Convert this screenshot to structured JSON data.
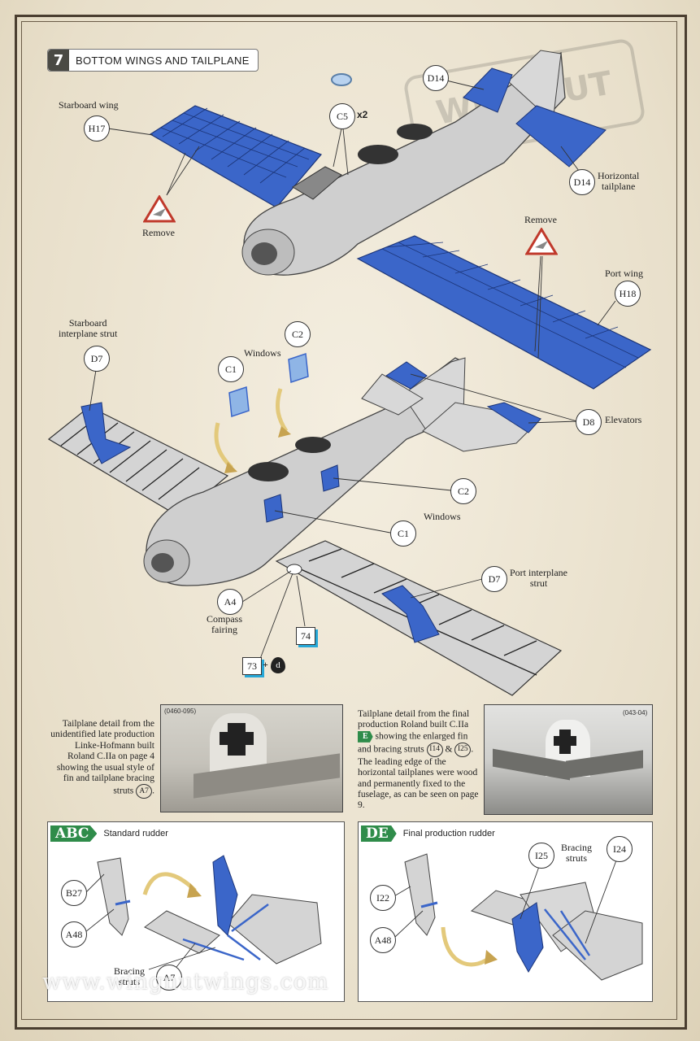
{
  "step": {
    "number": "7",
    "title": "BOTTOM WINGS AND TAILPLANE"
  },
  "watermark_stamp": "WINGNUT WINGS",
  "top_view": {
    "starboard_wing": "Starboard wing",
    "h17": "H17",
    "remove_left": "Remove",
    "remove_right": "Remove",
    "c5": "C5",
    "x2": "x2",
    "d14_top": "D14",
    "d14_bottom": "D14",
    "horizontal_tailplane": "Horizontal\ntailplane",
    "port_wing": "Port wing",
    "h18": "H18"
  },
  "bottom_view": {
    "starboard_strut": "Starboard\ninterplane strut",
    "d7_left": "D7",
    "windows_top": "Windows",
    "c1_top": "C1",
    "c2_top": "C2",
    "d8": "D8",
    "elevators": "Elevators",
    "c2_right": "C2",
    "windows_right": "Windows",
    "c1_right": "C1",
    "d7_right": "D7",
    "port_strut": "Port interplane\nstrut",
    "a4": "A4",
    "compass_fairing": "Compass\nfairing",
    "num74": "74",
    "num73": "73",
    "plus": "+",
    "d_icon": "d"
  },
  "captions": {
    "left_text": "Tailplane detail from the unidentified late production Linke-Hofmann built Roland C.IIa on page 4 showing the usual style of fin and tailplane bracing struts",
    "left_ref": "A7",
    "left_photo_tag": "(0460-095)",
    "right_text_1": "Tailplane detail from the final production Roland built C.IIa",
    "right_badge": "E",
    "right_text_2": "showing the enlarged fin and bracing struts",
    "right_ref1": "I14",
    "right_amp": "&",
    "right_ref2": "I25",
    "right_text_3": ". The leading edge of the horizontal tailplanes were wood and permanently fixed to the fuselage, as can be seen on page 9.",
    "right_photo_tag": "(043-04)"
  },
  "panel_abc": {
    "code": "ABC",
    "title": "Standard rudder",
    "b27": "B27",
    "a48": "A48",
    "bracing": "Bracing\nstruts",
    "a7": "A7"
  },
  "panel_de": {
    "code": "DE",
    "title": "Final production rudder",
    "i25": "I25",
    "bracing": "Bracing\nstruts",
    "i24": "I24",
    "i22": "I22",
    "a48": "A48"
  },
  "website": "www.wingnutwings.com",
  "colors": {
    "blue_part": "#3b66c9",
    "grey_part": "#c9c9c9",
    "green_tag": "#2f8c4a",
    "frame": "#4a3e30"
  }
}
